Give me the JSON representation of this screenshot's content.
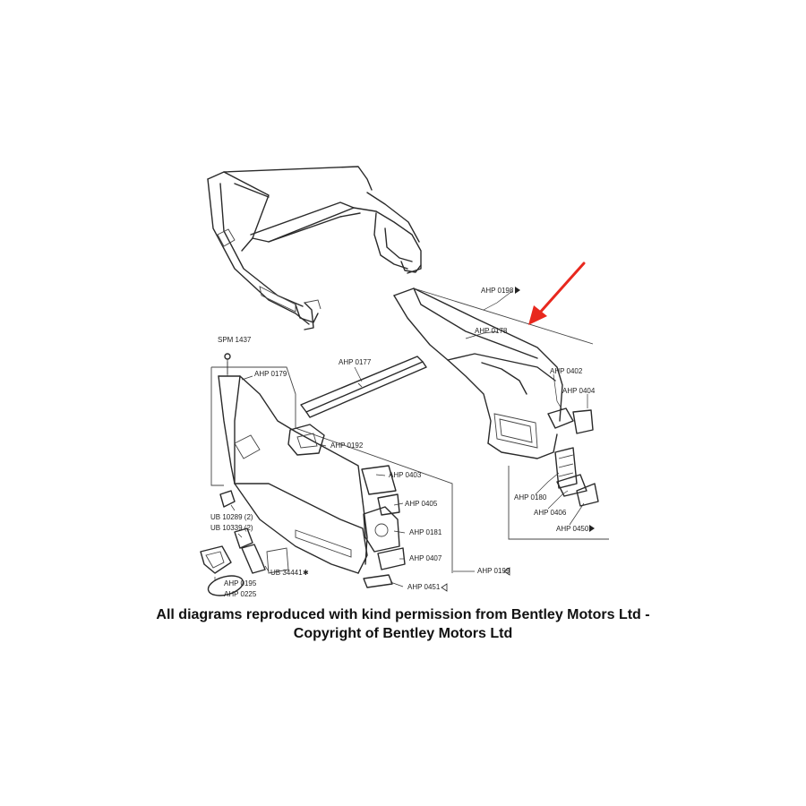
{
  "parts": {
    "ahp_0198": "AHP 0198",
    "ahp_0178": "AHP 0178",
    "ahp_0402": "AHP 0402",
    "ahp_0404": "AHP 0404",
    "ahp_0180": "AHP 0180",
    "ahp_0406": "AHP 0406",
    "ahp_0450": "AHP 0450",
    "ahp_0177": "AHP 0177",
    "spm_1437": "SPM 1437",
    "ahp_0179": "AHP 0179",
    "ahp_0192": "AHP 0192",
    "ahp_0403": "AHP 0403",
    "ahp_0405": "AHP 0405",
    "ahp_0181": "AHP 0181",
    "ahp_0407": "AHP 0407",
    "ahp_0199": "AHP 0199",
    "ahp_0451": "AHP 0451",
    "ub_10289": "UB 10289 (2)",
    "ub_10339": "UB 10339 (2)",
    "ub_34441": "UB 34441",
    "ahp_0195": "AHP 0195",
    "ahp_0225": "AHP 0225"
  },
  "caption": {
    "line1": "All diagrams reproduced with kind permission from Bentley Motors Ltd -",
    "line2": "Copyright of Bentley Motors Ltd"
  },
  "colors": {
    "arrow": "#e8281e",
    "line": "#2a2a2a",
    "background": "#ffffff"
  }
}
